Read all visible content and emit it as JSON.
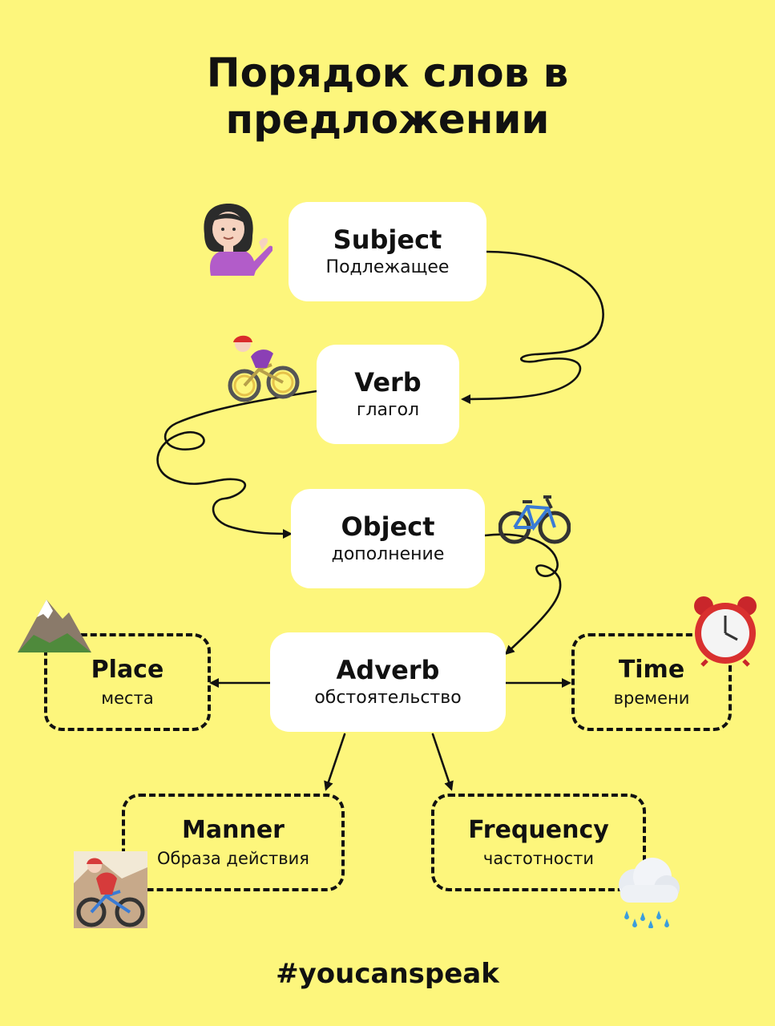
{
  "title": {
    "line1": "Порядок слов в",
    "line2": "предложении"
  },
  "nodes": {
    "subject": {
      "en": "Subject",
      "ru": "Подлежащее"
    },
    "verb": {
      "en": "Verb",
      "ru": "глагол"
    },
    "object": {
      "en": "Object",
      "ru": "дополнение"
    },
    "adverb": {
      "en": "Adverb",
      "ru": "обстоятельство"
    },
    "place": {
      "en": "Place",
      "ru": "места"
    },
    "time": {
      "en": "Time",
      "ru": "времени"
    },
    "manner": {
      "en": "Manner",
      "ru": "Образа действия"
    },
    "frequency": {
      "en": "Frequency",
      "ru": "частотности"
    }
  },
  "edges": [
    {
      "from": "subject",
      "to": "verb"
    },
    {
      "from": "verb",
      "to": "object"
    },
    {
      "from": "object",
      "to": "adverb"
    },
    {
      "from": "adverb",
      "to": "place"
    },
    {
      "from": "adverb",
      "to": "time"
    },
    {
      "from": "adverb",
      "to": "manner"
    },
    {
      "from": "adverb",
      "to": "frequency"
    }
  ],
  "icons": {
    "subject": "woman-tipping-hand-icon",
    "verb": "woman-biking-icon",
    "object": "bicycle-icon",
    "place": "mountain-icon",
    "time": "alarm-clock-icon",
    "manner": "mountain-biker-icon",
    "frequency": "rain-cloud-icon"
  },
  "colors": {
    "background": "#fdf67c",
    "box": "#ffffff",
    "text": "#111111"
  },
  "footer": "#youcanspeak"
}
